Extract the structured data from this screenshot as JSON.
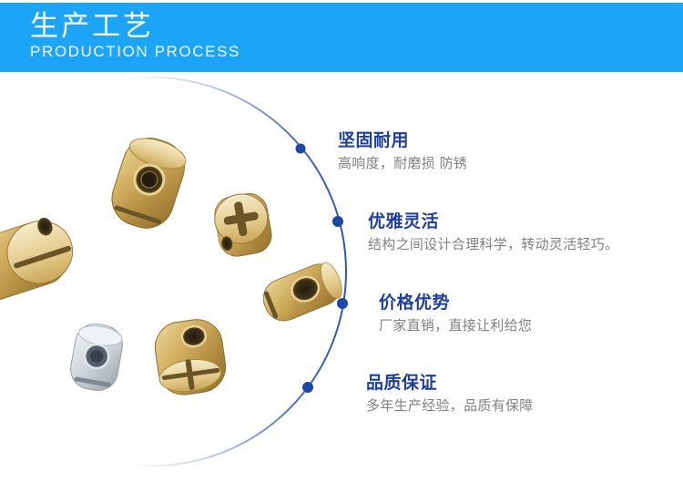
{
  "header": {
    "title": "生产工艺",
    "subtitle": "PRODUCTION PROCESS"
  },
  "features": [
    {
      "title": "坚固耐用",
      "desc": "高响度，耐磨损 防锈"
    },
    {
      "title": "优雅灵活",
      "desc": "结构之间设计合理科学，转动灵活轻巧。"
    },
    {
      "title": "价格优势",
      "desc": "厂家直销，直接让利给您"
    },
    {
      "title": "品质保证",
      "desc": "多年生产经验，品质有保障"
    }
  ],
  "icons": [
    {
      "name": "feature-dot",
      "shape": "filled-circle"
    }
  ],
  "colors": {
    "header_bg": "#1ca4f6",
    "header_text": "#ffffff",
    "feature_title": "#1e3f9d",
    "feature_desc": "#818181",
    "dot": "#1e46ab",
    "arc": "#3c63b0",
    "brass": "#c9a758",
    "zinc": "#c3cad0"
  }
}
